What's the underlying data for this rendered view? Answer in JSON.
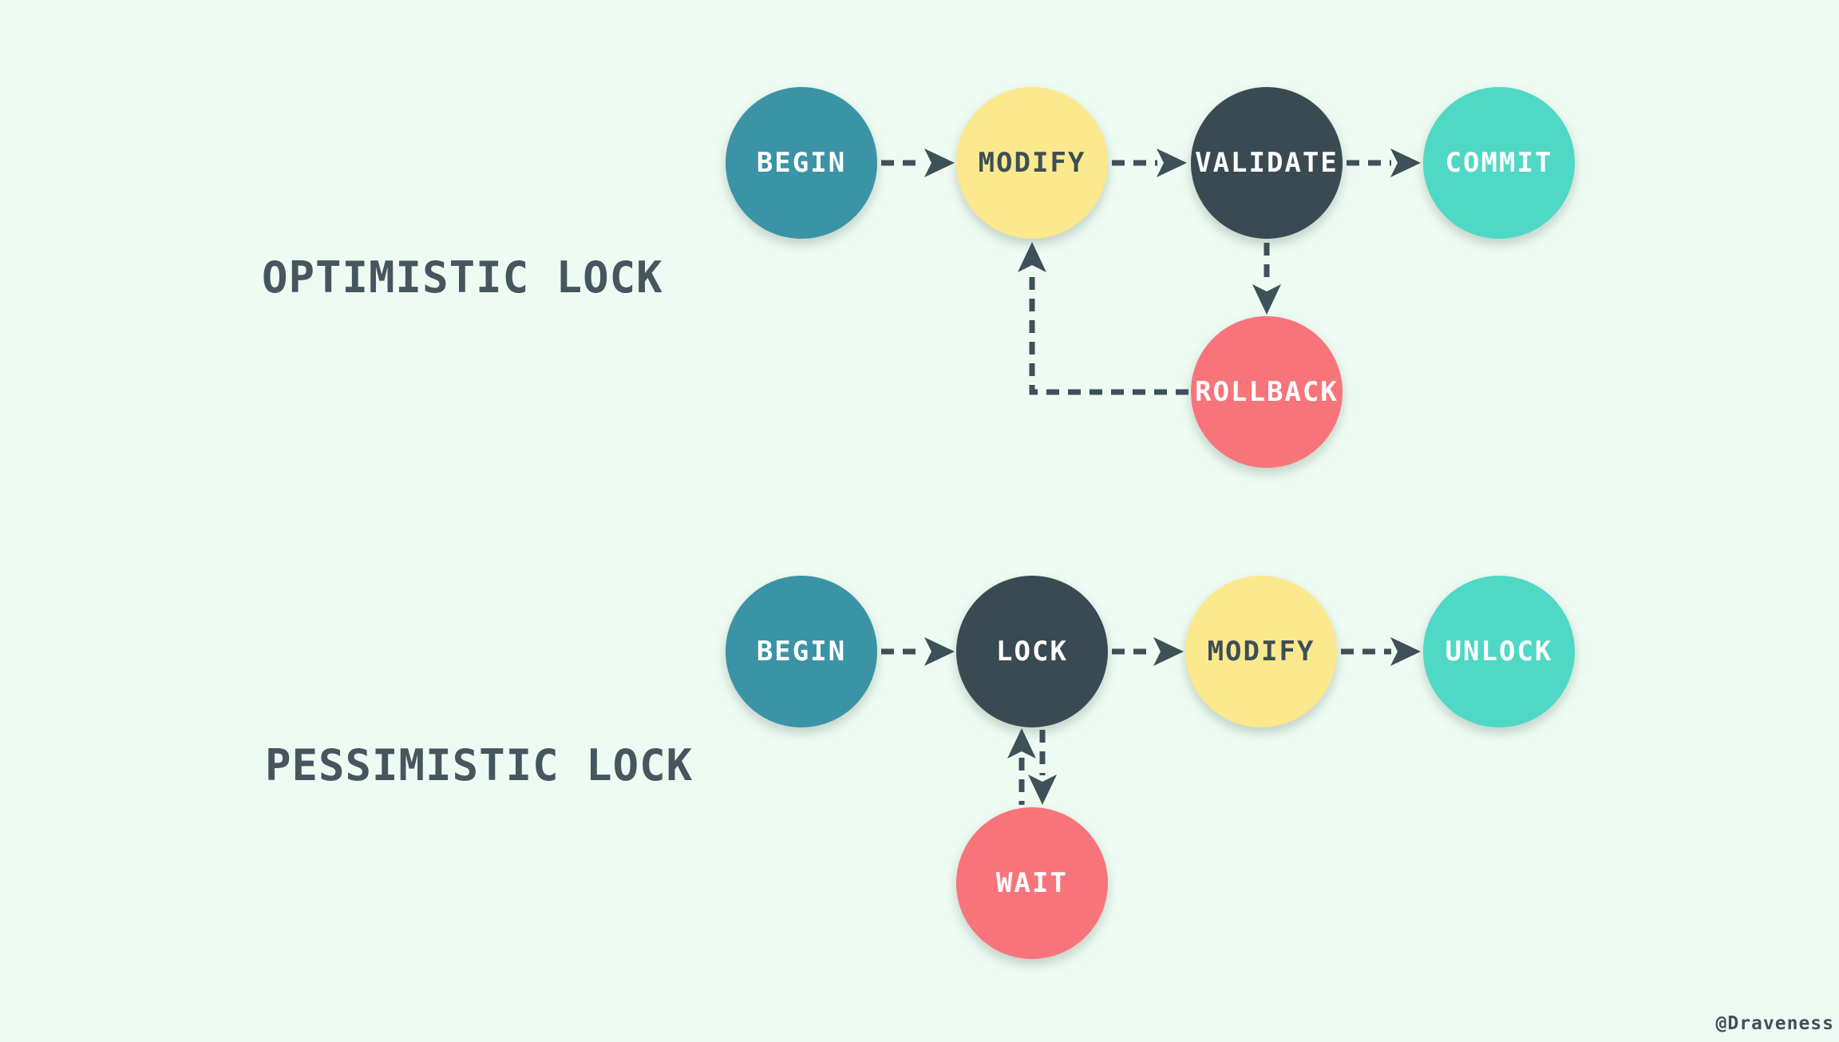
{
  "page": {
    "background": "#eefbf2",
    "watermark": "@Draveness"
  },
  "colors": {
    "teal": "#3b93a6",
    "yellow": "#fce98e",
    "dark_slate": "#394a52",
    "turquoise": "#4ed8c5",
    "coral": "#f8747b",
    "arrow": "#3e5058",
    "title_text": "#45565e",
    "label_light": "#ffffff",
    "label_dark": "#3d4e56"
  },
  "sections": [
    {
      "title": "OPTIMISTIC LOCK",
      "nodes": [
        {
          "id": "begin",
          "label": "BEGIN",
          "color": "#3b93a6",
          "text_color": "#ffffff"
        },
        {
          "id": "modify",
          "label": "MODIFY",
          "color": "#fce98e",
          "text_color": "#3d4e56"
        },
        {
          "id": "validate",
          "label": "VALIDATE",
          "color": "#394a52",
          "text_color": "#ffffff"
        },
        {
          "id": "commit",
          "label": "COMMIT",
          "color": "#4ed8c5",
          "text_color": "#ffffff"
        },
        {
          "id": "rollback",
          "label": "ROLLBACK",
          "color": "#f8747b",
          "text_color": "#ffffff"
        }
      ],
      "edges": [
        {
          "from": "BEGIN",
          "to": "MODIFY"
        },
        {
          "from": "MODIFY",
          "to": "VALIDATE"
        },
        {
          "from": "VALIDATE",
          "to": "COMMIT"
        },
        {
          "from": "VALIDATE",
          "to": "ROLLBACK"
        },
        {
          "from": "ROLLBACK",
          "to": "MODIFY"
        }
      ]
    },
    {
      "title": "PESSIMISTIC LOCK",
      "nodes": [
        {
          "id": "begin",
          "label": "BEGIN",
          "color": "#3b93a6",
          "text_color": "#ffffff"
        },
        {
          "id": "lock",
          "label": "LOCK",
          "color": "#394a52",
          "text_color": "#ffffff"
        },
        {
          "id": "modify",
          "label": "MODIFY",
          "color": "#fce98e",
          "text_color": "#3d4e56"
        },
        {
          "id": "unlock",
          "label": "UNLOCK",
          "color": "#4ed8c5",
          "text_color": "#ffffff"
        },
        {
          "id": "wait",
          "label": "WAIT",
          "color": "#f8747b",
          "text_color": "#ffffff"
        }
      ],
      "edges": [
        {
          "from": "BEGIN",
          "to": "LOCK"
        },
        {
          "from": "LOCK",
          "to": "MODIFY"
        },
        {
          "from": "MODIFY",
          "to": "UNLOCK"
        },
        {
          "from": "LOCK",
          "to": "WAIT"
        },
        {
          "from": "WAIT",
          "to": "LOCK"
        }
      ]
    }
  ]
}
